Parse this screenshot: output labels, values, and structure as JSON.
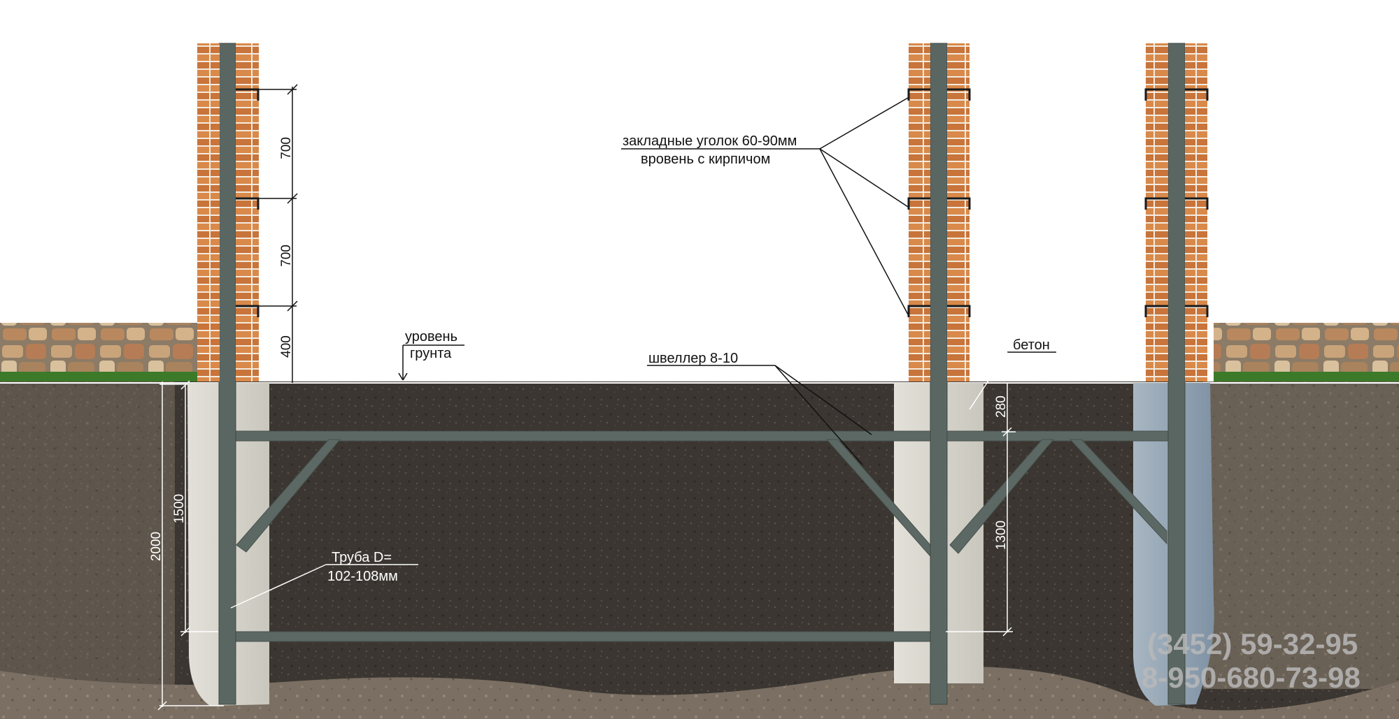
{
  "labels": {
    "embed_line1": "закладные уголок 60-90мм",
    "embed_line2": "вровень с кирпичом",
    "ground_line1": "уровень",
    "ground_line2": "грунта",
    "channel": "швеллер 8-10",
    "concrete": "бетон",
    "pipe_line1": "Труба D=",
    "pipe_line2": "102-108мм"
  },
  "dimensions": {
    "d700a": "700",
    "d700b": "700",
    "d400": "400",
    "d2000": "2000",
    "d1500": "1500",
    "d280": "280",
    "d1300": "1300"
  },
  "contacts": {
    "phone1": "(3452) 59-32-95",
    "phone2": "8-950-680-73-98"
  },
  "colors": {
    "soil": "#3a352f",
    "concrete": "#d4d2c9",
    "steel": "#5c6864",
    "brick": "#c8743a",
    "mortar": "#f2ebe0",
    "grass": "#3c7a2a",
    "stone": "#b7946d"
  }
}
